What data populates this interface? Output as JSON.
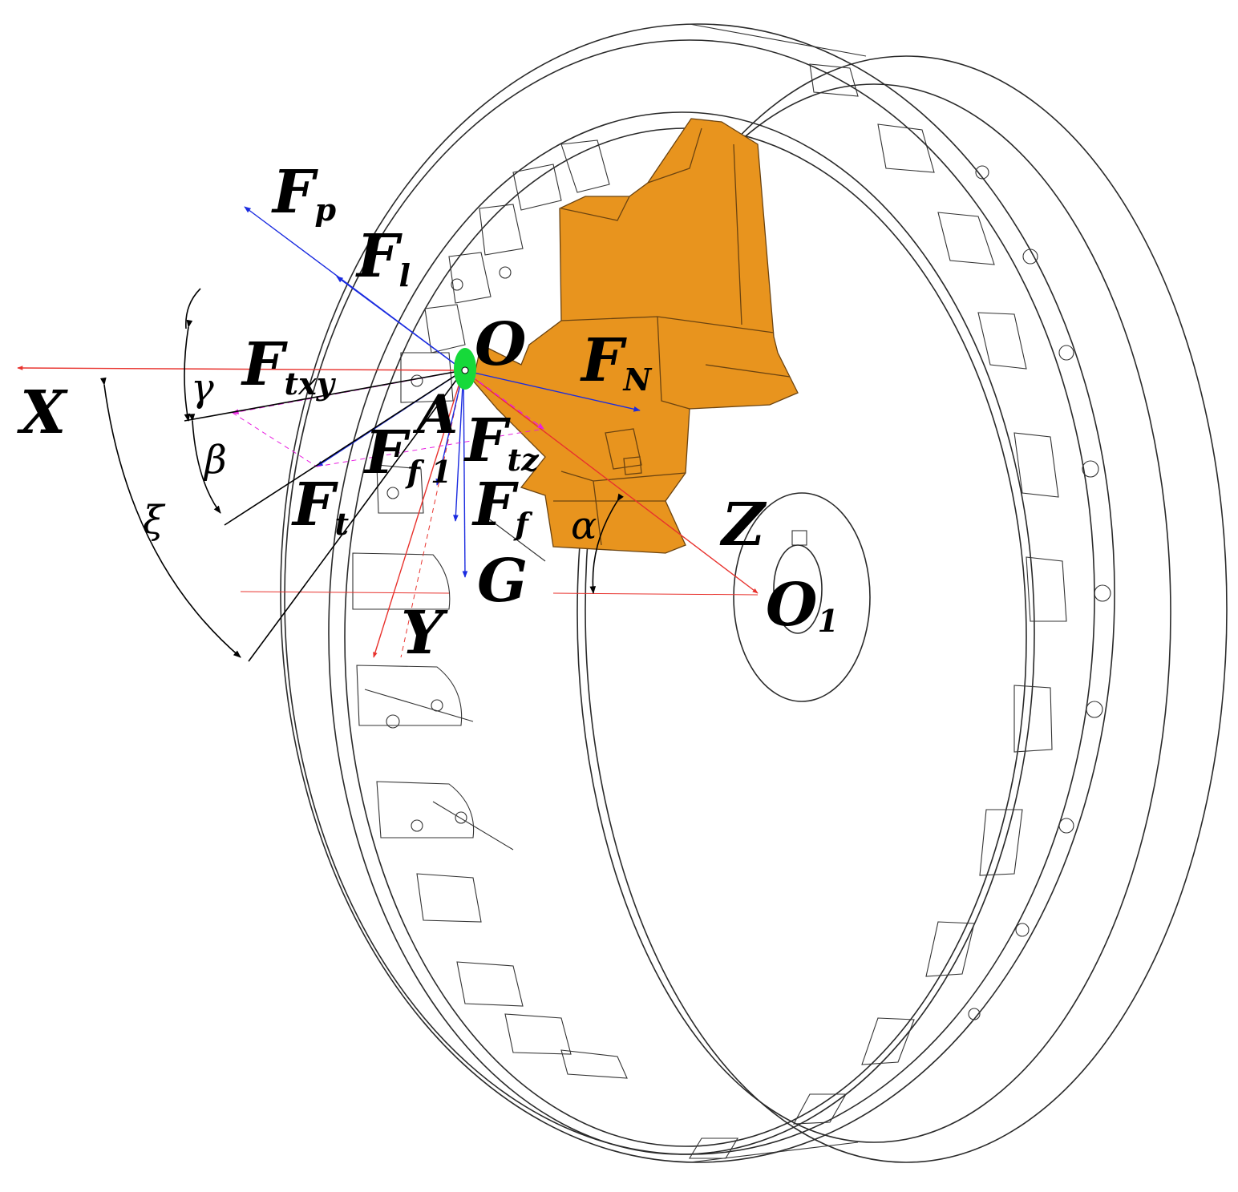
{
  "labels": {
    "Fp": {
      "main": "F",
      "sub": "p"
    },
    "Fl": {
      "main": "F",
      "sub": "l"
    },
    "O": "O",
    "FN": {
      "main": "F",
      "sub": "N"
    },
    "Ftxy": {
      "main": "F",
      "sub": "txy"
    },
    "X": "X",
    "A": "A",
    "Ff1": {
      "main": "F",
      "sub": "f 1"
    },
    "Ftz": {
      "main": "F",
      "sub": "tz"
    },
    "Ft": {
      "main": "F",
      "sub": "t"
    },
    "Ff": {
      "main": "F",
      "sub": "f"
    },
    "G": "G",
    "Z": "Z",
    "O1": {
      "main": "O",
      "sub": "1"
    },
    "Y": "Y",
    "gamma": "γ",
    "beta": "β",
    "xi": "ξ",
    "alpha": "α"
  },
  "colors": {
    "axis": "#e8322d",
    "force": "#1a2be0",
    "component": "#e81ee0",
    "block": "#e8941e",
    "blockStroke": "#6b4310",
    "point": "#16d93a"
  }
}
